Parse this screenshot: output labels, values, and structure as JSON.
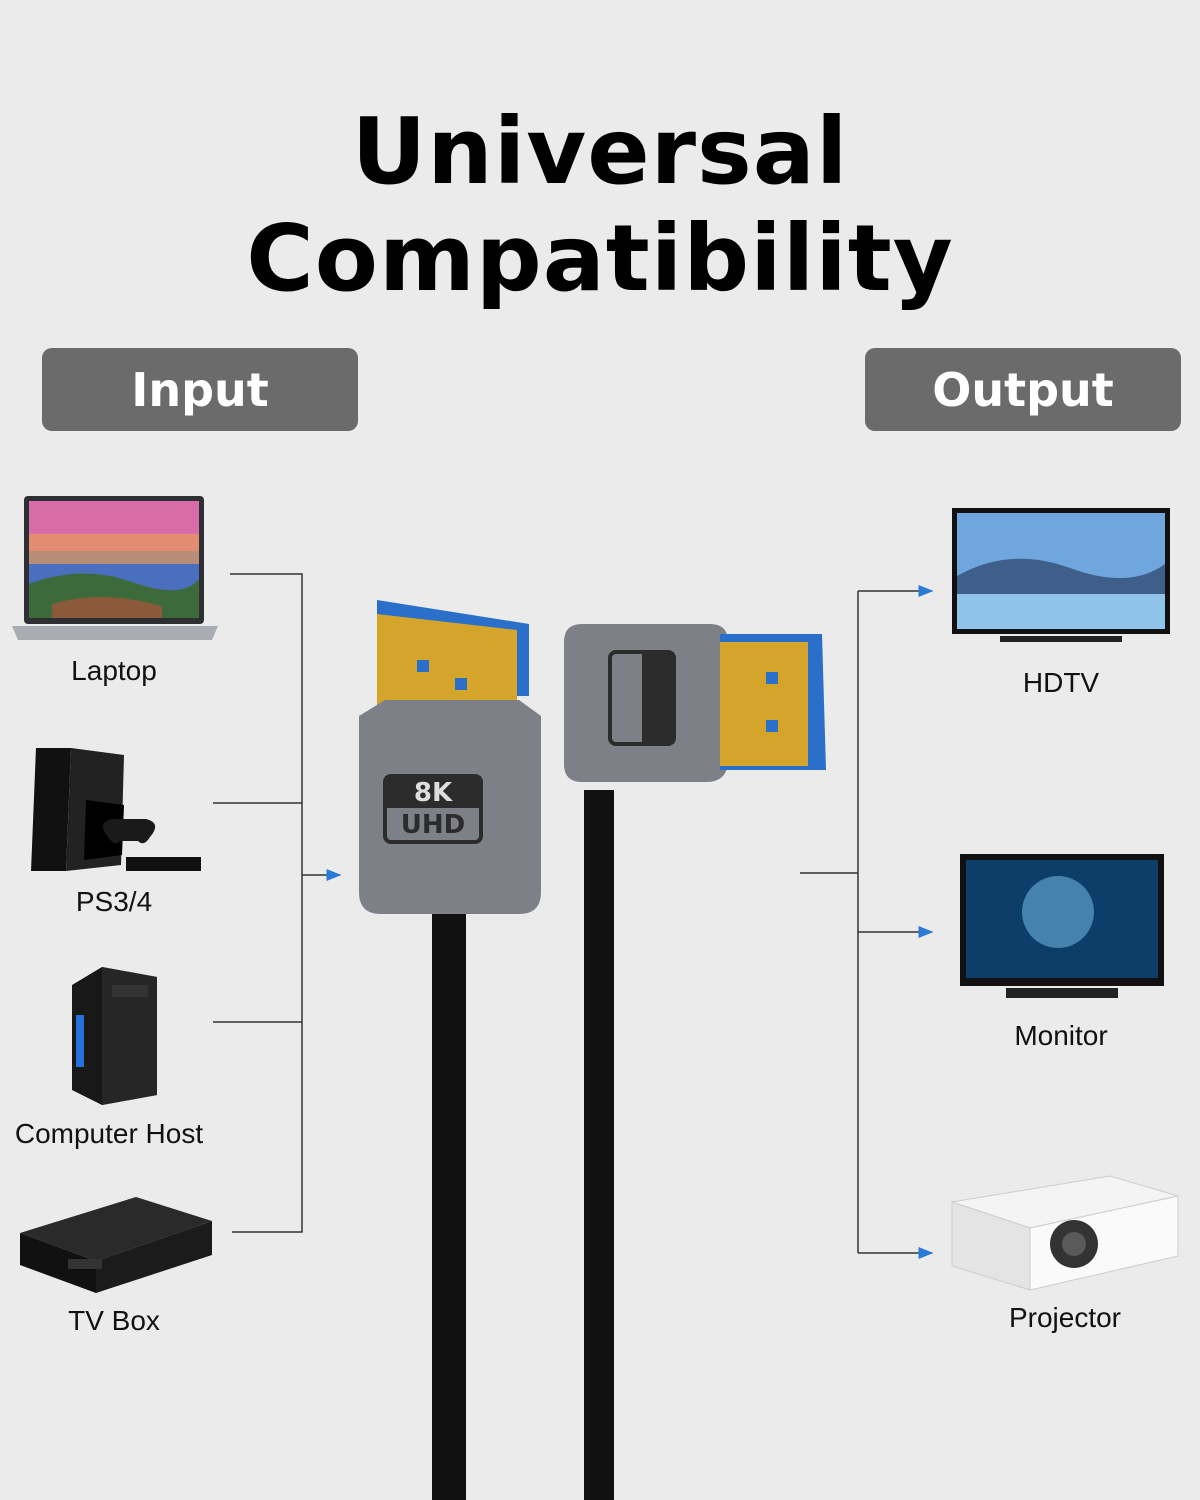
{
  "title": "Universal Compatibility",
  "input_label": "Input",
  "output_label": "Output",
  "inputs": [
    "Laptop",
    "PS3/4",
    "Computer Host",
    "TV Box"
  ],
  "outputs": [
    "HDTV",
    "Monitor",
    "Projector"
  ],
  "connector_badge": {
    "top": "8K",
    "bottom": "UHD"
  },
  "colors": {
    "background": "#ebebeb",
    "pill": "#6b6b6b",
    "arrow": "#2b7bd6",
    "gold": "#d4a52a",
    "blue": "#2a6fc9",
    "shell": "#7d8087"
  }
}
